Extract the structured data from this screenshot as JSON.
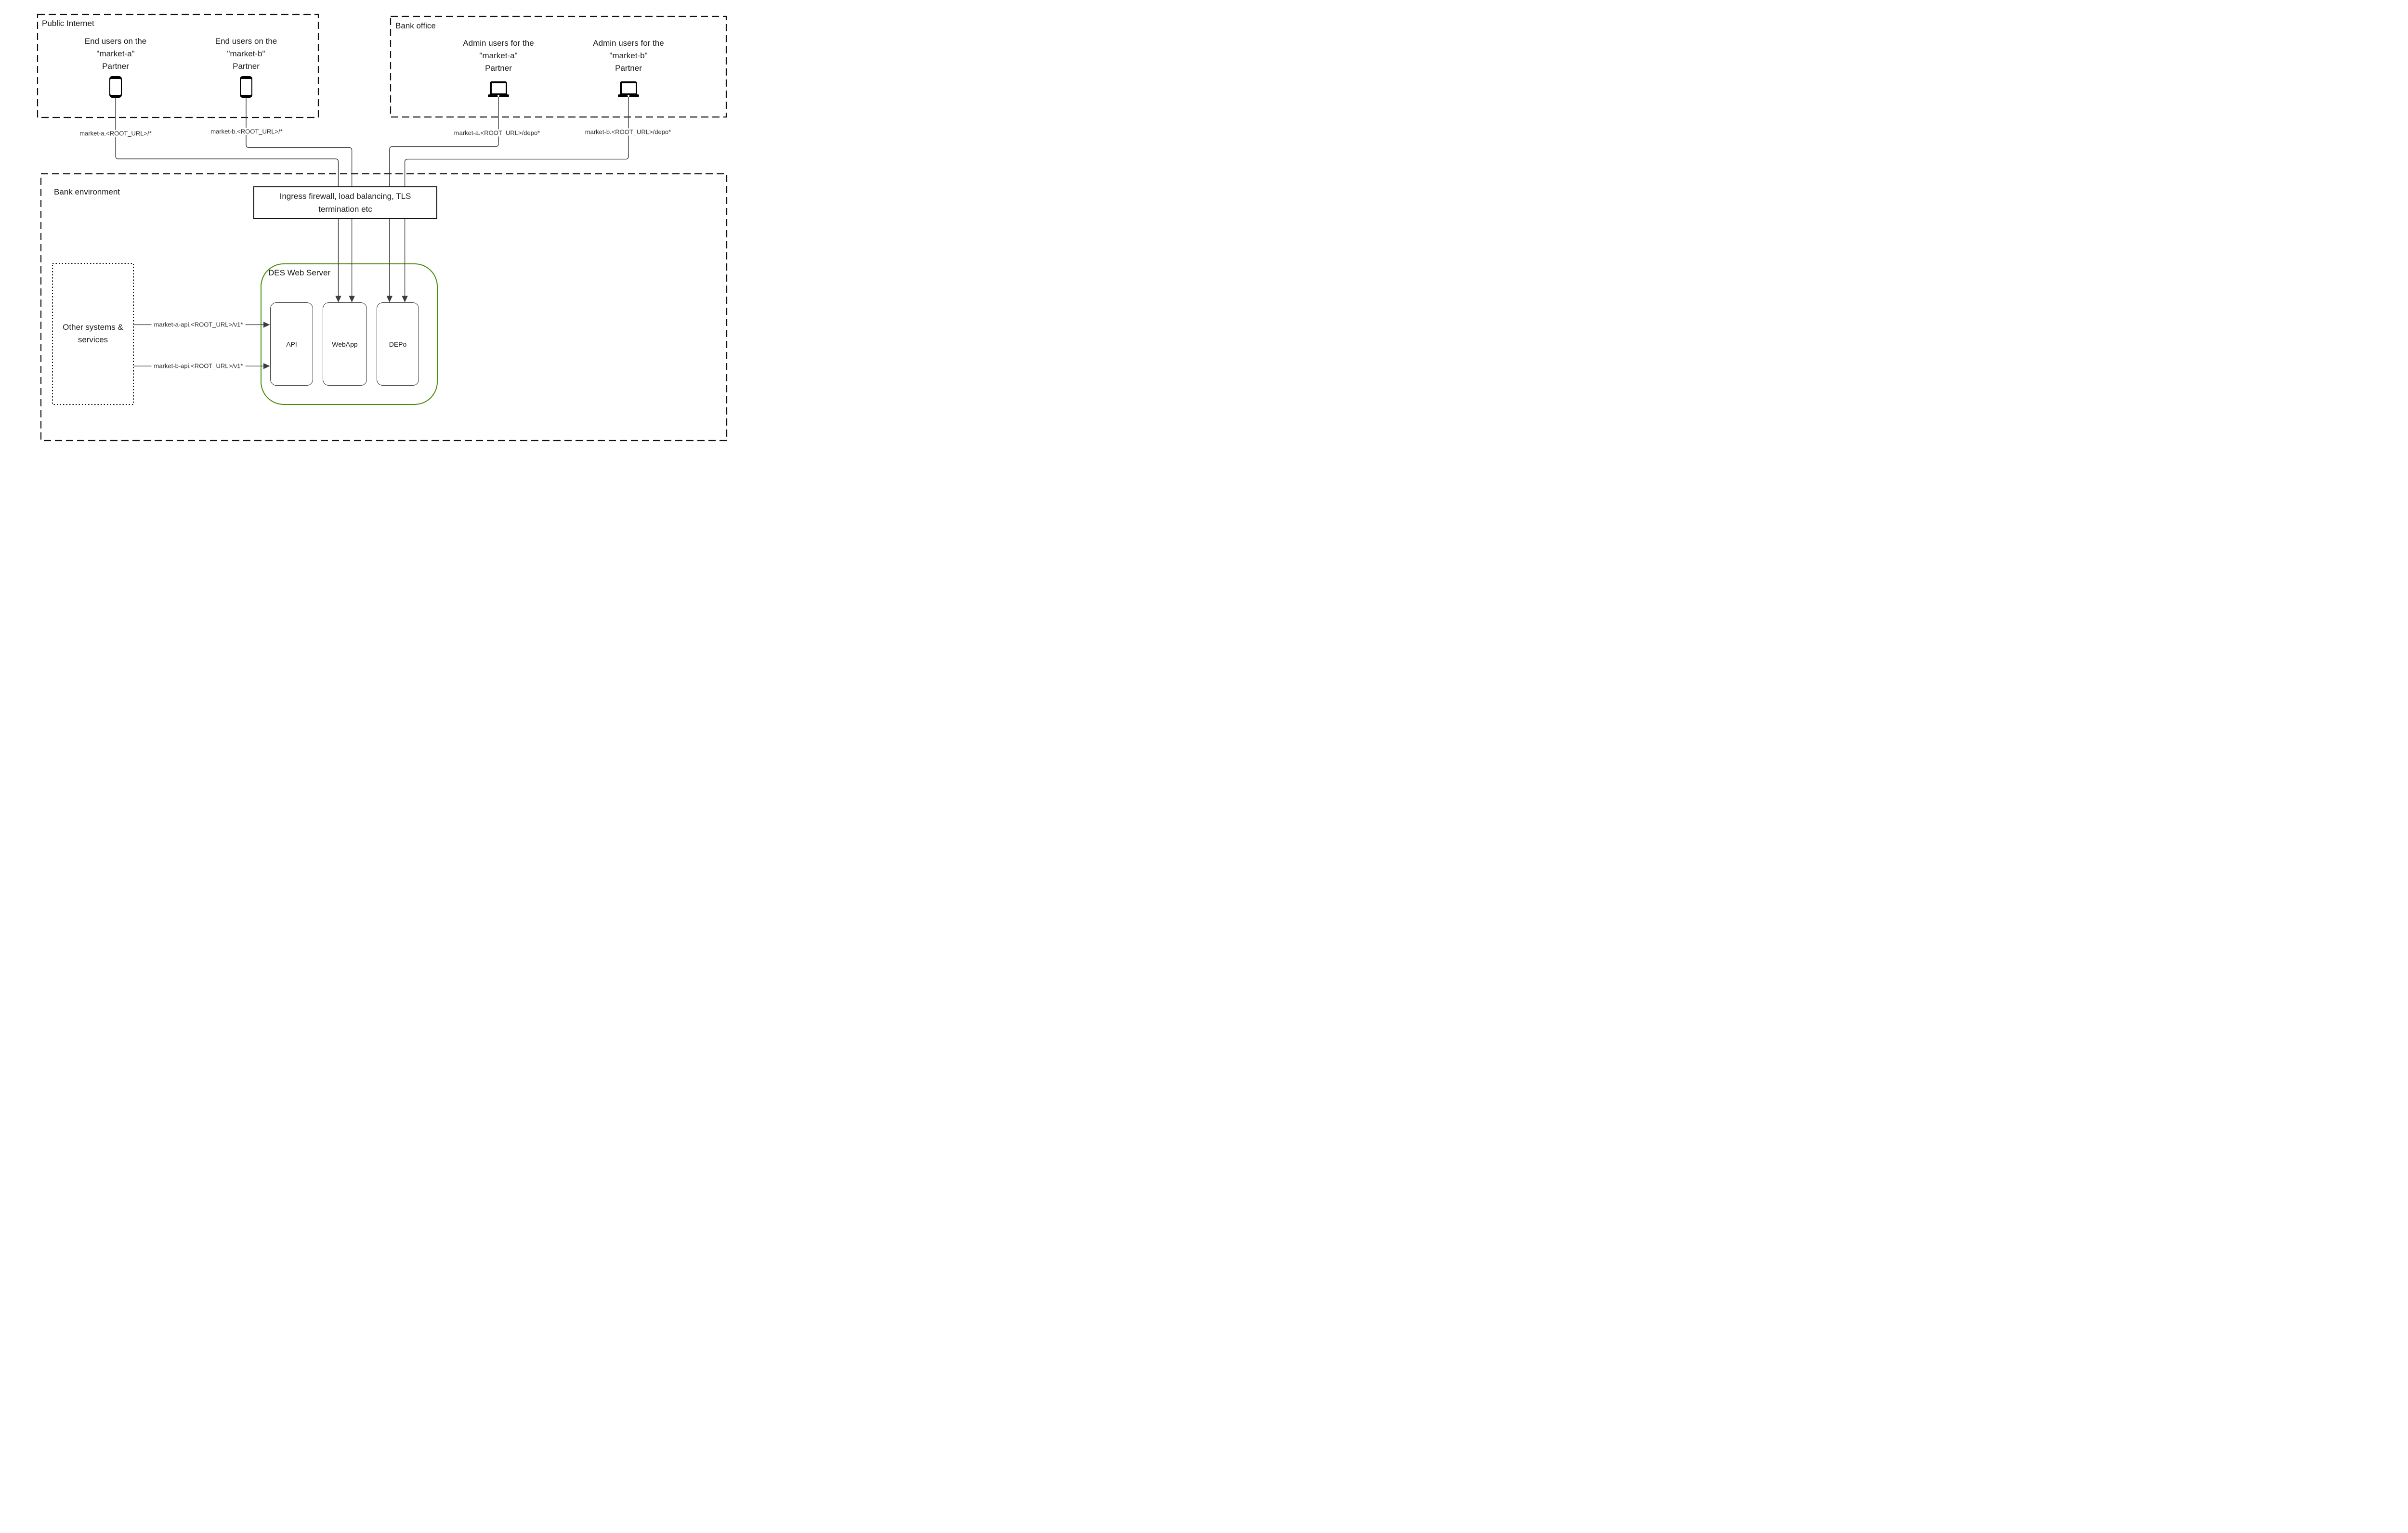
{
  "regions": {
    "public_internet": {
      "title": "Public Internet"
    },
    "bank_office": {
      "title": "Bank office"
    },
    "bank_environment": {
      "title": "Bank environment"
    },
    "des_web_server": {
      "title": "DES Web Server"
    },
    "other_systems": {
      "line1": "Other systems &",
      "line2": "services"
    }
  },
  "actors": {
    "end_user_a": {
      "line1": "End users on the",
      "line2": "\"market-a\"",
      "line3": "Partner",
      "device": "smartphone"
    },
    "end_user_b": {
      "line1": "End users on the",
      "line2": "\"market-b\"",
      "line3": "Partner",
      "device": "smartphone"
    },
    "admin_a": {
      "line1": "Admin users for the",
      "line2": "\"market-a\"",
      "line3": "Partner",
      "device": "laptop"
    },
    "admin_b": {
      "line1": "Admin users for the",
      "line2": "\"market-b\"",
      "line3": "Partner",
      "device": "laptop"
    }
  },
  "routes": {
    "end_user_a": "market-a.<ROOT_URL>/*",
    "end_user_b": "market-b.<ROOT_URL>/*",
    "admin_a": "market-a.<ROOT_URL>/depo*",
    "admin_b": "market-b.<ROOT_URL>/depo*",
    "api_a": "market-a-api.<ROOT_URL>/v1*",
    "api_b": "market-b-api.<ROOT_URL>/v1*"
  },
  "ingress": {
    "line1": "Ingress firewall, load balancing, TLS",
    "line2": "termination etc"
  },
  "nodes": {
    "api": "API",
    "webapp": "WebApp",
    "depo": "DEPo"
  },
  "colors": {
    "des_border": "#4a8c0e",
    "connector": "#3c3c3c",
    "outline": "#111111"
  }
}
